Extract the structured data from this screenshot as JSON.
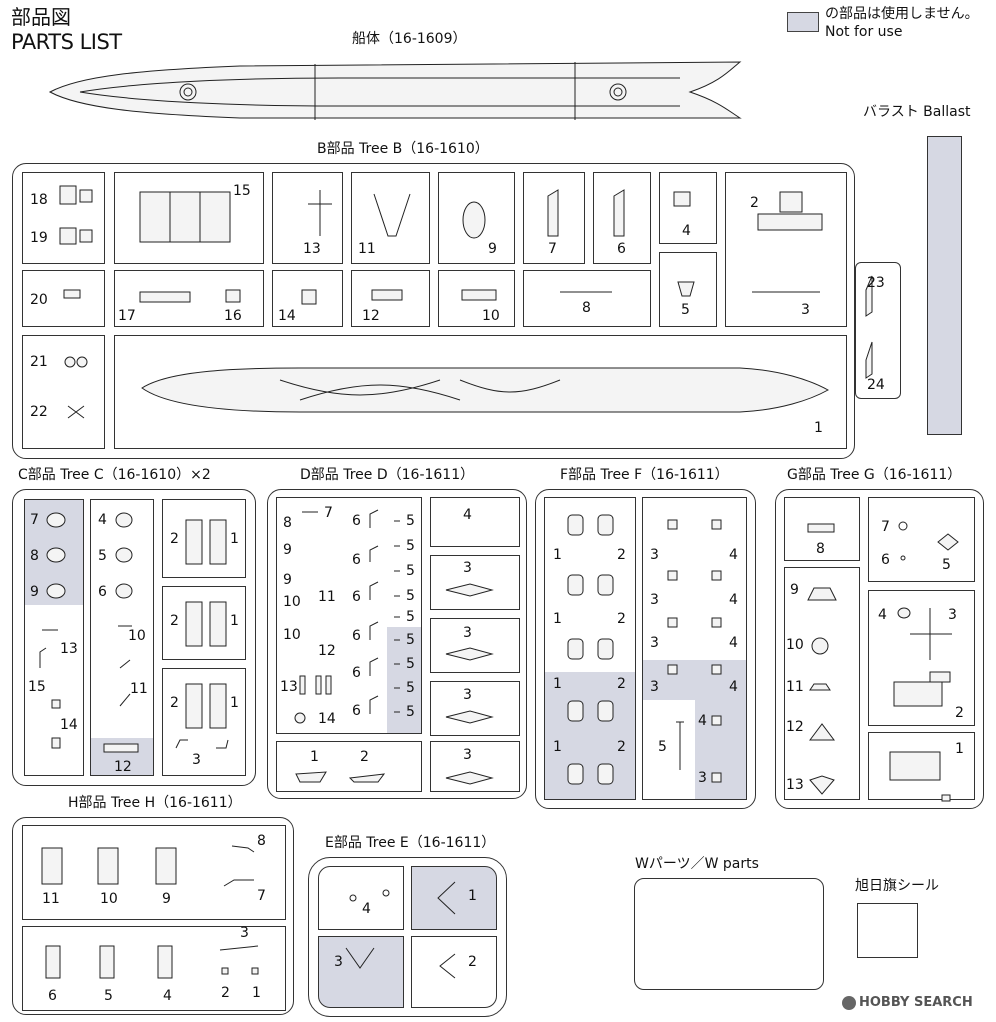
{
  "header": {
    "title_ja": "部品図",
    "title_en": "PARTS LIST"
  },
  "legend": {
    "ja": "の部品は使用しません。",
    "en": "Not for use",
    "swatch_color": "#d6d8e3"
  },
  "hull": {
    "title": "船体（16-1609）"
  },
  "ballast": {
    "title": "バラスト Ballast"
  },
  "tree_b": {
    "title": "B部品 Tree B（16-1610）",
    "labels": [
      "18",
      "19",
      "15",
      "13",
      "11",
      "9",
      "7",
      "6",
      "4",
      "2",
      "20",
      "17",
      "16",
      "14",
      "12",
      "10",
      "8",
      "5",
      "3",
      "23",
      "24",
      "21",
      "22",
      "1"
    ]
  },
  "tree_c": {
    "title": "C部品 Tree C（16-1610）×2",
    "labels": [
      "7",
      "8",
      "9",
      "13",
      "15",
      "14",
      "4",
      "5",
      "6",
      "10",
      "11",
      "12",
      "2",
      "1",
      "2",
      "1",
      "2",
      "1",
      "3"
    ]
  },
  "tree_d": {
    "title": "D部品 Tree D（16-1611）",
    "labels": [
      "8",
      "7",
      "9",
      "9",
      "10",
      "11",
      "10",
      "12",
      "13",
      "14",
      "6",
      "6",
      "6",
      "6",
      "6",
      "6",
      "5",
      "5",
      "5",
      "5",
      "5",
      "5",
      "5",
      "5",
      "5",
      "5",
      "4",
      "3",
      "3",
      "3",
      "3",
      "1",
      "2"
    ]
  },
  "tree_f": {
    "title": "F部品 Tree F（16-1611）",
    "labels": [
      "1",
      "2",
      "1",
      "2",
      "1",
      "2",
      "1",
      "2",
      "3",
      "4",
      "3",
      "4",
      "3",
      "4",
      "3",
      "4",
      "4",
      "5",
      "3"
    ]
  },
  "tree_g": {
    "title": "G部品 Tree G（16-1611）",
    "labels": [
      "8",
      "7",
      "6",
      "5",
      "9",
      "10",
      "11",
      "12",
      "13",
      "4",
      "3",
      "2",
      "1"
    ]
  },
  "tree_h": {
    "title": "H部品 Tree H（16-1611）",
    "labels": [
      "11",
      "10",
      "9",
      "8",
      "7",
      "6",
      "5",
      "4",
      "3",
      "2",
      "1"
    ]
  },
  "tree_e": {
    "title": "E部品 Tree E（16-1611）",
    "labels": [
      "4",
      "1",
      "3",
      "2"
    ]
  },
  "w_parts": {
    "title": "Wパーツ／W parts"
  },
  "sticker": {
    "title": "旭日旗シール"
  },
  "watermark": {
    "text": "HOBBY SEARCH"
  }
}
